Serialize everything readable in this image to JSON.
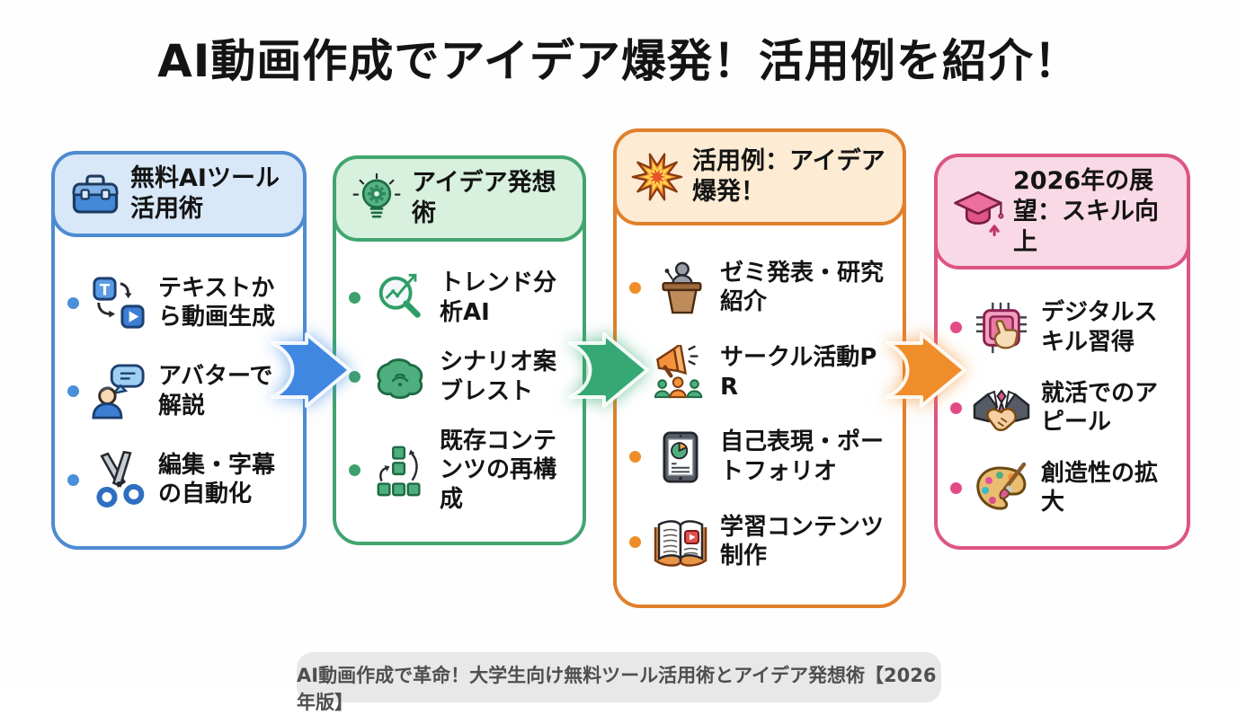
{
  "page": {
    "title": "AI動画作成でアイデア爆発！活用例を紹介！",
    "footer": "AI動画作成で革命！大学生向け無料ツール活用術とアイデア発想術【2026年版】",
    "background": "#ffffff",
    "text_color": "#141414"
  },
  "columns": [
    {
      "title": "無料AIツール活用術",
      "accent": "#4e8bd0",
      "header_bg": "#d8e8f8",
      "bullet_color": "#4a8fd9",
      "header_icon": "briefcase-icon",
      "items": [
        {
          "icon": "text-to-video-icon",
          "label": "テキストから動画生成"
        },
        {
          "icon": "avatar-speech-icon",
          "label": "アバターで解説"
        },
        {
          "icon": "scissors-icon",
          "label": "編集・字幕の自動化"
        }
      ]
    },
    {
      "title": "アイデア発想術",
      "accent": "#42a56f",
      "header_bg": "#d8f0de",
      "bullet_color": "#3fa06c",
      "header_icon": "lightbulb-gear-icon",
      "items": [
        {
          "icon": "trend-magnifier-icon",
          "label": "トレンド分析AI"
        },
        {
          "icon": "brain-icon",
          "label": "シナリオ案ブレスト"
        },
        {
          "icon": "blocks-restructure-icon",
          "label": "既存コンテンツの再構成"
        }
      ]
    },
    {
      "title": "活用例：アイデア爆発！",
      "accent": "#e0802c",
      "header_bg": "#fdebd3",
      "bullet_color": "#ef8c2a",
      "header_icon": "burst-icon",
      "items": [
        {
          "icon": "podium-icon",
          "label": "ゼミ発表・研究紹介"
        },
        {
          "icon": "megaphone-people-icon",
          "label": "サークル活動PR"
        },
        {
          "icon": "tablet-chart-icon",
          "label": "自己表現・ポートフォリオ"
        },
        {
          "icon": "book-play-icon",
          "label": "学習コンテンツ制作"
        }
      ]
    },
    {
      "title": "2026年の展望：スキル向上",
      "accent": "#dd5585",
      "header_bg": "#fad9e6",
      "bullet_color": "#e34b86",
      "header_icon": "graduation-cap-icon",
      "items": [
        {
          "icon": "chip-hand-icon",
          "label": "デジタルスキル習得"
        },
        {
          "icon": "handshake-icon",
          "label": "就活でのアピール"
        },
        {
          "icon": "palette-icon",
          "label": "創造性の拡大"
        }
      ]
    }
  ],
  "arrows": [
    {
      "color": "#3f87e0"
    },
    {
      "color": "#35a873"
    },
    {
      "color": "#f08d2b"
    }
  ]
}
